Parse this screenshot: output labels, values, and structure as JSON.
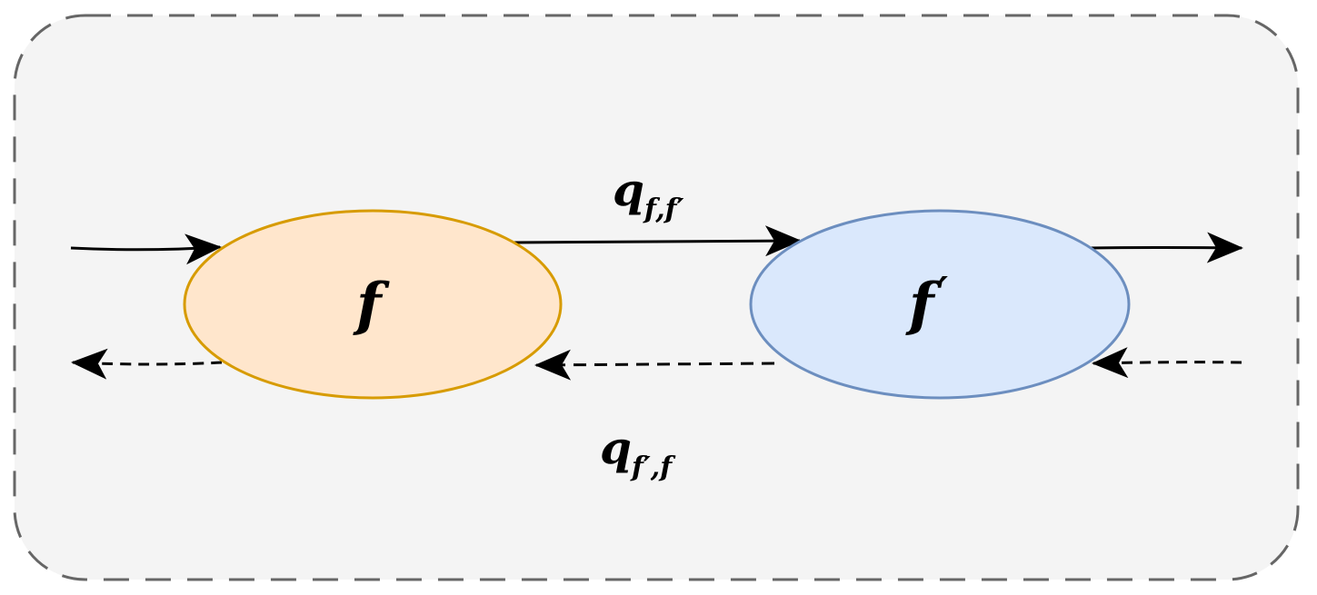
{
  "nodes": {
    "left": {
      "label": "f",
      "fill": "#ffe6cc",
      "stroke": "#d79b00"
    },
    "right": {
      "label": "f",
      "prime": "′",
      "fill": "#dae8fc",
      "stroke": "#6c8ebf"
    }
  },
  "edges": {
    "forward": {
      "label_main": "q",
      "label_sub": "f,f′"
    },
    "backward": {
      "label_main": "q",
      "label_sub": "f′,f"
    }
  },
  "container": {
    "fill": "#f4f4f4",
    "stroke": "#666666"
  }
}
